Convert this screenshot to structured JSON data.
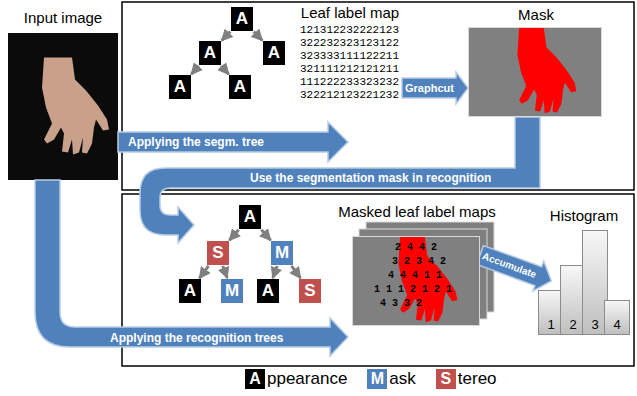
{
  "diagram": {
    "nodes": [
      {
        "text": [
          "A"
        ]
      },
      {
        "text": [
          "A"
        ]
      },
      {
        "text": [
          "A"
        ]
      },
      {
        "text": [
          "A"
        ]
      },
      {
        "text": [
          "A"
        ]
      },
      {
        "text": [
          "Mask"
        ]
      },
      {
        "text": [
          "A"
        ]
      },
      {
        "text": [
          "S"
        ]
      },
      {
        "text": [
          "M"
        ]
      },
      {
        "text": [
          "A"
        ]
      },
      {
        "text": [
          "M"
        ]
      },
      {
        "text": [
          "A"
        ]
      },
      {
        "text": [
          "S"
        ]
      },
      {
        "text": [
          "Masked leaf label maps"
        ]
      },
      {
        "text": [
          "1"
        ]
      },
      {
        "text": [
          "2"
        ]
      },
      {
        "text": [
          "3"
        ]
      },
      {
        "text": [
          "4"
        ]
      }
    ],
    "edges": [
      {
        "from": 0,
        "to": 1,
        "arrow": "to"
      },
      {
        "from": 0,
        "to": 2,
        "arrow": "to"
      },
      {
        "from": 1,
        "to": 3,
        "arrow": "to"
      },
      {
        "from": 1,
        "to": 4,
        "arrow": "to"
      },
      {
        "from": 6,
        "to": 7,
        "arrow": "to"
      },
      {
        "from": 6,
        "to": 8,
        "arrow": "to"
      },
      {
        "from": 7,
        "to": 9,
        "arrow": "to"
      },
      {
        "from": 7,
        "to": 10,
        "arrow": "to"
      },
      {
        "from": 8,
        "to": 11,
        "arrow": "to"
      },
      {
        "from": 8,
        "to": 12,
        "arrow": "to"
      }
    ],
    "labels": [
      "Input image",
      "Leaf label map",
      "121312232222123",
      "322232323123122",
      "323333111122211",
      "321111212121211",
      "111222233323232",
      "322212123221232",
      "Graphcut",
      "Applying the segm. tree",
      "Use the segmentation mask in recognition",
      "2 4 4 2",
      "3 2 3 4 2",
      "4 4 4 1 1",
      "1 1 1 2 1 2 1",
      "4 3 3 2",
      "Histogram",
      "Accumulate",
      "Applying the recognition trees",
      "A",
      "M",
      "S"
    ],
    "legend": [
      {
        "text": "ppearance",
        "color": "#000000"
      },
      {
        "text": "ask",
        "color": "#4f81bd"
      },
      {
        "text": "tereo",
        "color": "#c0504d"
      }
    ]
  }
}
